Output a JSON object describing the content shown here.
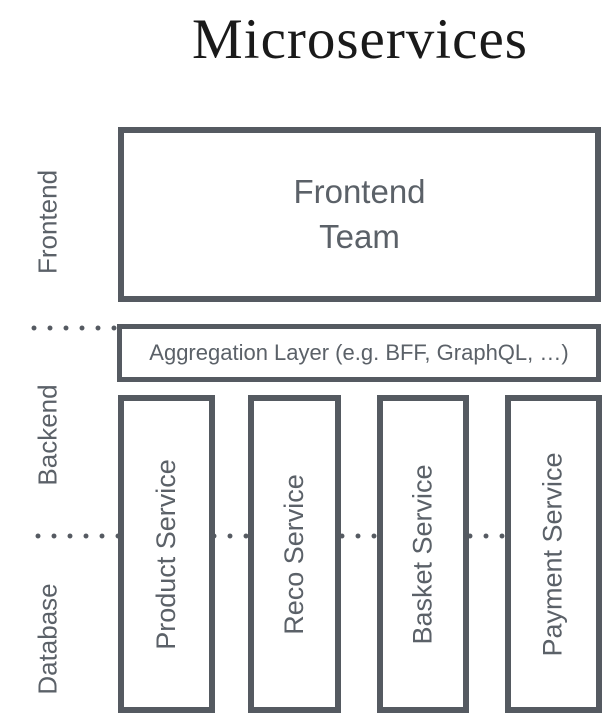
{
  "title": "Microservices",
  "colors": {
    "line": "#555a61",
    "text": "#5b6168",
    "title": "#1a1a1a",
    "background": "#ffffff"
  },
  "rows": [
    {
      "label": "Frontend"
    },
    {
      "label": "Backend"
    },
    {
      "label": "Database"
    }
  ],
  "boxes": {
    "frontend_team": {
      "label": "Frontend\nTeam"
    },
    "aggregation": {
      "label": "Aggregation Layer (e.g. BFF, GraphQL, …)"
    }
  },
  "services": [
    {
      "name": "Product Service"
    },
    {
      "name": "Reco Service"
    },
    {
      "name": "Basket Service"
    },
    {
      "name": "Payment Service"
    }
  ]
}
